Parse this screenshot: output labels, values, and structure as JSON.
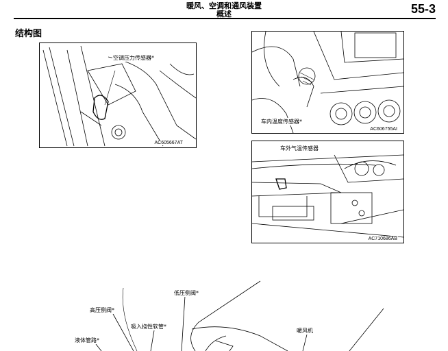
{
  "header": {
    "title_line1": "暖风、空调和通风装置",
    "title_line2": "概述",
    "page_number": "55-3"
  },
  "section_title": "结构图",
  "figures": [
    {
      "code": "AC605667AT",
      "callout": "空调压力传感器*"
    },
    {
      "code": "AC606755AI",
      "callout": "车内温度传感器*"
    },
    {
      "code": "AC710686AB",
      "callout": "车外气温传感器"
    }
  ],
  "bottom_callouts": {
    "low_side_valve": "低压侧阀*",
    "high_side_valve": "高压侧阀*",
    "suction_hose": "吸入挠性软管*",
    "liquid_pipe": "液体管路*",
    "heater": "暖风机"
  }
}
